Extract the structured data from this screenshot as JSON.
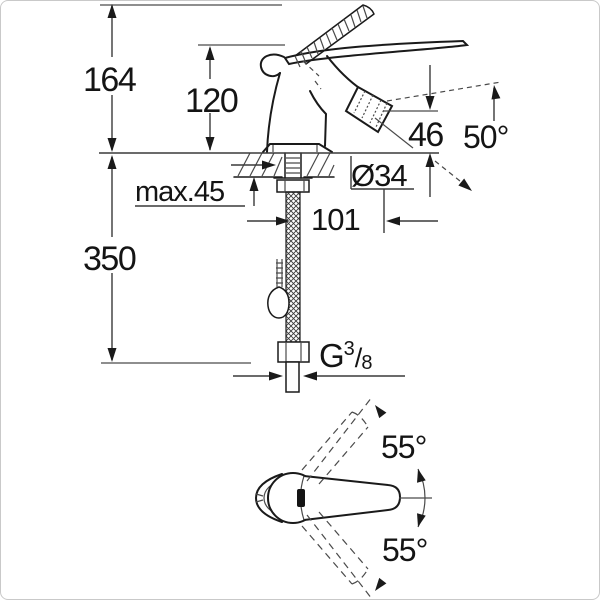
{
  "colors": {
    "background": "#ffffff",
    "border": "#c9c9c9",
    "line": "#1a1a1a",
    "dim_line": "#3a3a3a"
  },
  "drawing": {
    "labels": {
      "overall_height": "164",
      "spout_height": "120",
      "hose_length": "350",
      "deck_thickness": "max.45",
      "outlet_height": "46",
      "spout_angle": "50°",
      "base_diameter": "Ø34",
      "reach": "101",
      "handle_swing_up": "55°",
      "handle_swing_down": "55°",
      "thread": {
        "prefix": "G",
        "sup": "3",
        "slash": "/",
        "sub": "8"
      }
    }
  }
}
